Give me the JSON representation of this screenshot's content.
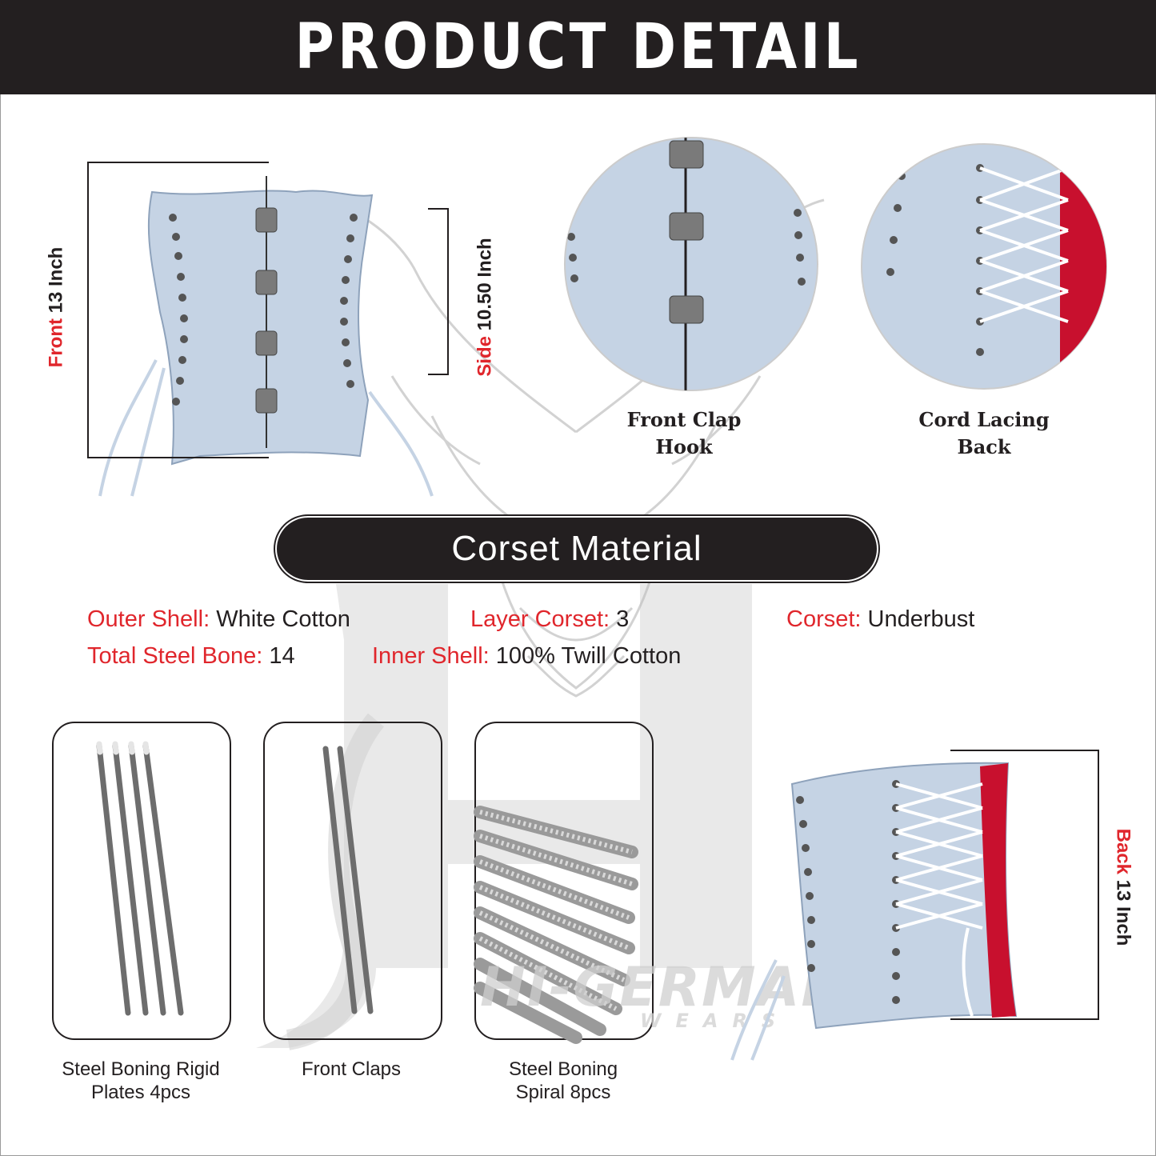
{
  "header": {
    "title": "PRODUCT DETAIL"
  },
  "front_measure": {
    "label": "Front",
    "value": "13 Inch"
  },
  "side_measure": {
    "label": "Side",
    "value": "10.50 Inch"
  },
  "back_measure": {
    "label": "Back",
    "value": "13 Inch"
  },
  "detail_circles": [
    {
      "line1": "Front Clap",
      "line2": "Hook"
    },
    {
      "line1": "Cord Lacing",
      "line2": "Back"
    }
  ],
  "material": {
    "title": "Corset Material",
    "specs": [
      {
        "key": "Outer Shell:",
        "value": "White Cotton"
      },
      {
        "key": "Layer Corset:",
        "value": "3"
      },
      {
        "key": "Corset:",
        "value": "Underbust"
      },
      {
        "key": "Total Steel Bone:",
        "value": "14"
      },
      {
        "key": "Inner Shell:",
        "value": "100% Twill Cotton"
      }
    ]
  },
  "components": [
    {
      "line1": "Steel Boning Rigid",
      "line2": "Plates 4pcs"
    },
    {
      "line1": "Front Claps",
      "line2": ""
    },
    {
      "line1": "Steel Boning",
      "line2": "Spiral 8pcs"
    }
  ],
  "watermark": {
    "brand": "HI-GERMAN",
    "sub": "WEARS"
  },
  "colors": {
    "header_bg": "#231f20",
    "accent_red": "#e0262c",
    "corset_blue": "#c5d3e4",
    "lining_red": "#c8102e"
  }
}
